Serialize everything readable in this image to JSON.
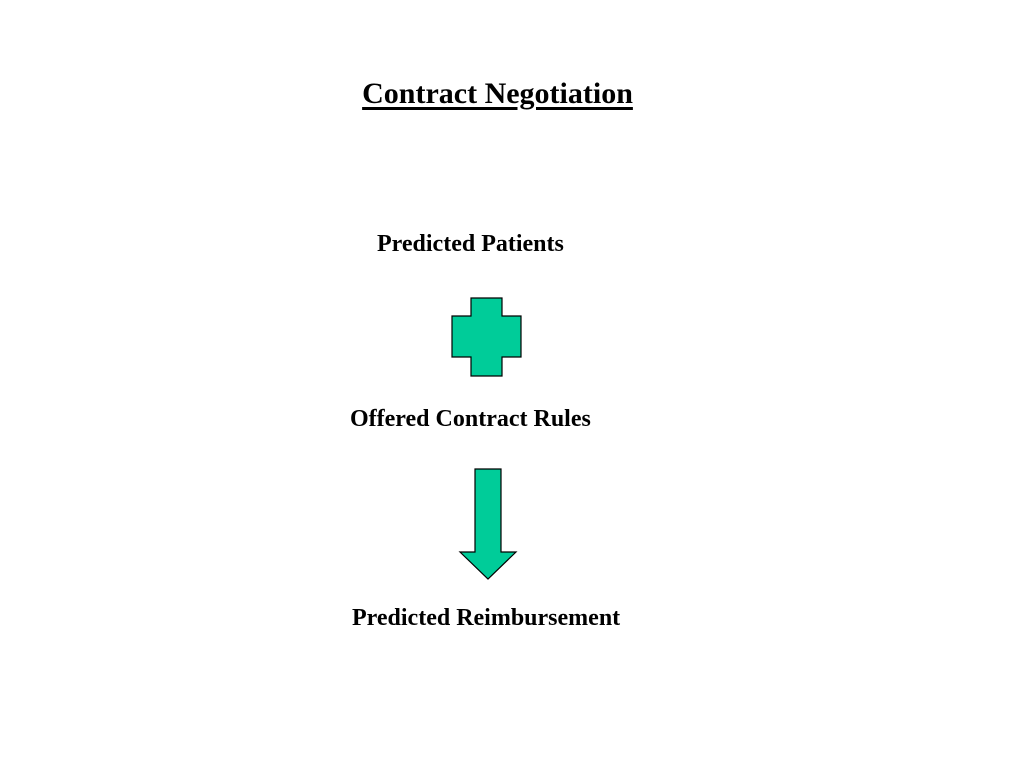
{
  "title": "Contract Negotiation",
  "steps": [
    {
      "label": "Predicted Patients"
    },
    {
      "label": "Offered Contract Rules"
    },
    {
      "label": "Predicted Reimbursement"
    }
  ],
  "connectors": [
    {
      "kind": "plus-icon"
    },
    {
      "kind": "arrow-down-icon"
    }
  ],
  "colors": {
    "shape_fill": "#00CC99",
    "shape_stroke": "#000000",
    "text": "#000000",
    "background": "#FFFFFF"
  }
}
